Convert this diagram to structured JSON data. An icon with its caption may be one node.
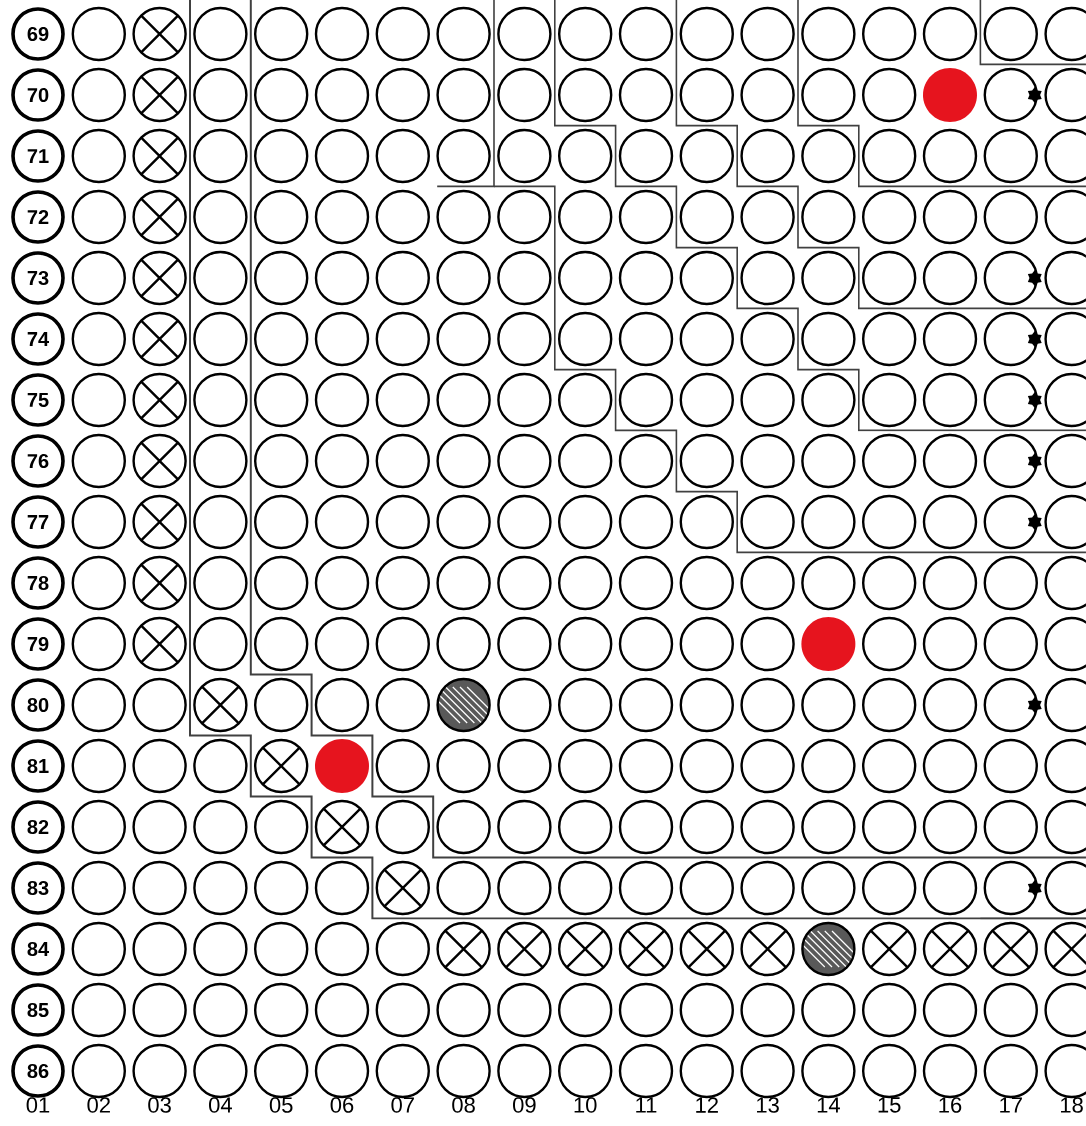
{
  "diagram": {
    "nodes": [
      {
        "text": [
          "69"
        ]
      },
      {
        "text": [
          "70"
        ]
      },
      {
        "text": [
          "71"
        ]
      },
      {
        "text": [
          "72"
        ]
      },
      {
        "text": [
          "73"
        ]
      },
      {
        "text": [
          "74"
        ]
      },
      {
        "text": [
          "75"
        ]
      },
      {
        "text": [
          "76"
        ]
      },
      {
        "text": [
          "77"
        ]
      },
      {
        "text": [
          "78"
        ]
      },
      {
        "text": [
          "79"
        ]
      },
      {
        "text": [
          "80"
        ]
      },
      {
        "text": [
          "81"
        ]
      },
      {
        "text": [
          "82"
        ]
      },
      {
        "text": [
          "83"
        ]
      },
      {
        "text": [
          "84"
        ]
      },
      {
        "text": [
          "85"
        ]
      },
      {
        "text": [
          "86"
        ]
      }
    ],
    "labels": [
      "01",
      "02",
      "03",
      "04",
      "05",
      "06",
      "07",
      "08",
      "09",
      "10",
      "11",
      "12",
      "13",
      "14",
      "15",
      "16",
      "17",
      "18"
    ]
  }
}
